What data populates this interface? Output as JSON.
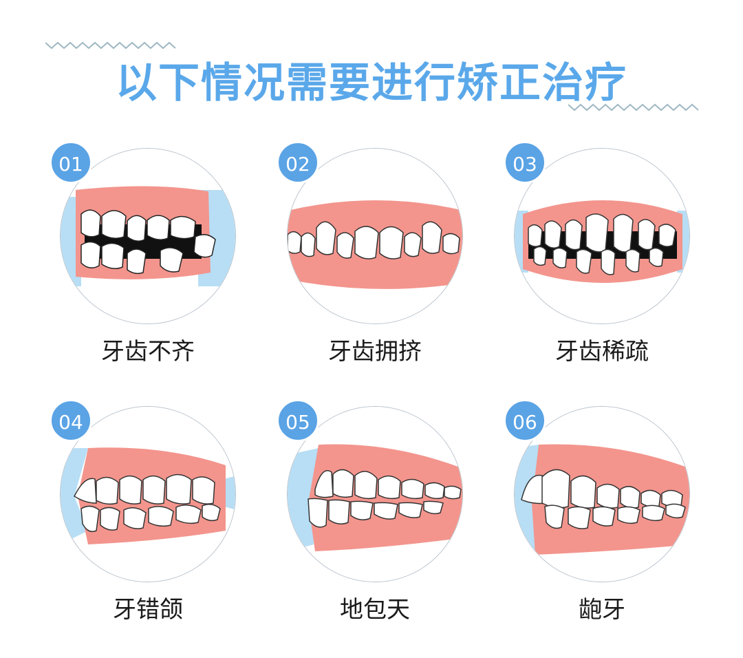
{
  "header": {
    "title": "以下情况需要进行矫正治疗"
  },
  "colors": {
    "accent_blue": "#5aa3e5",
    "title_blue": "#5aa8ea",
    "gum_pink": "#f3958d",
    "tooth_white": "#ffffff",
    "background_blue": "#b7def5",
    "label_text": "#1a1a1a"
  },
  "cards": [
    {
      "number": "01",
      "label": "牙齿不齐"
    },
    {
      "number": "02",
      "label": "牙齿拥挤"
    },
    {
      "number": "03",
      "label": "牙齿稀疏"
    },
    {
      "number": "04",
      "label": "牙错颌"
    },
    {
      "number": "05",
      "label": "地包天"
    },
    {
      "number": "06",
      "label": "龅牙"
    }
  ]
}
